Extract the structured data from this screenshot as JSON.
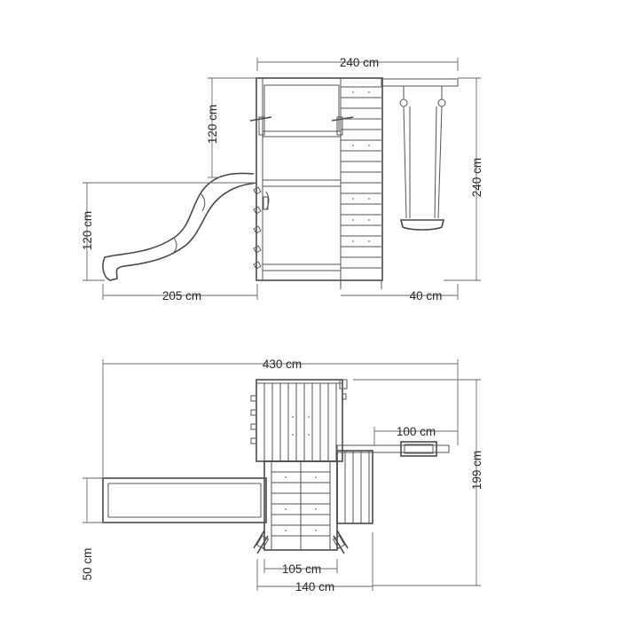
{
  "dimensions": {
    "front_width": "240 cm",
    "tower_height": "120 cm",
    "slide_height": "120 cm",
    "swing_height": "240 cm",
    "slide_length": "205 cm",
    "swing_offset": "40 cm",
    "total_length": "430 cm",
    "swing_beam": "100 cm",
    "total_depth": "199 cm",
    "slide_width": "50 cm",
    "ladder_width": "105 cm",
    "tower_width": "140 cm"
  }
}
